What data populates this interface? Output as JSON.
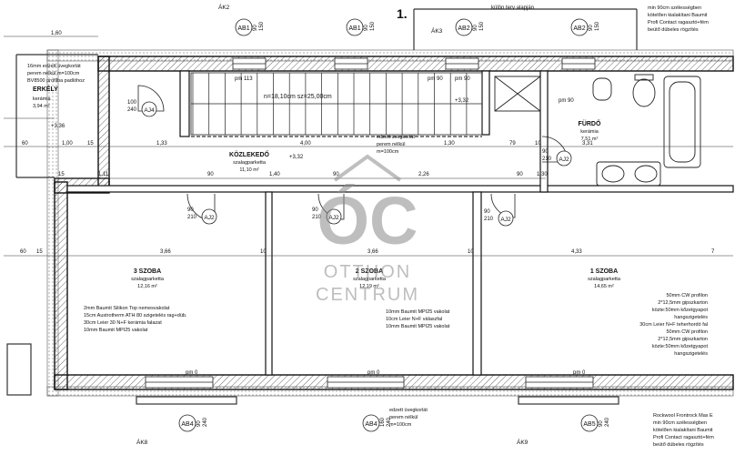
{
  "plan_number": "1.",
  "top_note": "külön terv alapján",
  "right_top_note": [
    "min 90cm szélességben",
    "kötelően kialakítani Baumit",
    "Profi Contact ragasztó+fém",
    "beütő dübeles rögzítés"
  ],
  "section_marks": [
    "ÁK2",
    "ÁK3",
    "ÁK8",
    "ÁK9"
  ],
  "windows": [
    {
      "id": "AB1",
      "w": "90",
      "h": "150"
    },
    {
      "id": "AB1",
      "w": "90",
      "h": "150"
    },
    {
      "id": "AB2",
      "w": "90",
      "h": "150"
    },
    {
      "id": "AB2",
      "w": "90",
      "h": "150"
    },
    {
      "id": "AB4",
      "w": "90",
      "h": "240"
    },
    {
      "id": "AB4",
      "w": "160",
      "h": "240"
    },
    {
      "id": "AB5",
      "w": "90",
      "h": "240"
    }
  ],
  "doors": [
    {
      "id": "AJ4",
      "w": "100",
      "h": "240"
    },
    {
      "id": "AJ2",
      "w": "90",
      "h": "210"
    },
    {
      "id": "AJ2",
      "w": "90",
      "h": "210"
    },
    {
      "id": "AJ2",
      "w": "90",
      "h": "210"
    },
    {
      "id": "AJ2",
      "w": "90",
      "h": "210"
    }
  ],
  "rooms": {
    "balcony": {
      "name": "ERKÉLY",
      "finish": "kerámia",
      "area": "3,94 m²",
      "level": "+3,36"
    },
    "corridor": {
      "name": "KÖZLEKEDŐ",
      "finish": "szalagparketta",
      "area": "11,10 m²",
      "level": "+3,32"
    },
    "bath": {
      "name": "FÜRDŐ",
      "finish": "kerámia",
      "area": "7,51 m²"
    },
    "room3": {
      "name": "3 SZOBA",
      "finish": "szalagparketta",
      "area": "12,16 m²"
    },
    "room2": {
      "name": "2 SZOBA",
      "finish": "szalagparketta",
      "area": "12,19 m²"
    },
    "room1": {
      "name": "1 SZOBA",
      "finish": "szalagparketta",
      "area": "14,65 m²"
    }
  },
  "stair": {
    "label": "n=18,10cm sz=25,00cm",
    "level": "+3,32",
    "pm1": "pm 113",
    "pm2": "pm 90"
  },
  "railing_note_top": [
    "16mm edzett üvegkorlát",
    "perem nélkül m=100cm",
    "BV8500 profilba padlóhoz"
  ],
  "railing_note_stair": [
    "edzett üvegkorlát",
    "perem nélkül",
    "m=100cm"
  ],
  "railing_note_bottom": [
    "edzett üvegkorlát",
    "perem nélkül",
    "m=100cm"
  ],
  "wall_note_left": [
    "2mm Baumit Silikon Top nemesvakolat",
    "15cm Austrotherm ATH 80 szigetelés rag+düb.",
    "30cm Leier 30 N+F kerámia falazat",
    "10mm Baumit MPI25 vakolat"
  ],
  "wall_note_mid": [
    "10mm Baumit MPI25 vakolat",
    "10cm Leier N+F válaszfal",
    "10mm Baumit MPI25 vakolat"
  ],
  "wall_note_right": [
    "50mm CW profilon",
    "2*12,5mm gipszkarton",
    "közte:50mm kőzetgyapot",
    "hangszigetelés",
    "30cm Leier N+F teherhordó fal",
    "50mm CW profilon",
    "2*12,5mm gipszkarton",
    "közte:50mm kőzetgyapot",
    "hangszigetelés"
  ],
  "bottom_right_note": [
    "Rockwool Frontrock Max E",
    "min 90cm szélességben",
    "kötelően kialakítani Baumit",
    "Profi Contact ragasztó+fém",
    "beütő dübeles rögzítés"
  ],
  "dims_top": [
    "1,60"
  ],
  "dims_row1": [
    "60",
    "1,00",
    "15",
    "1,33",
    "4,00",
    "1,30",
    "79",
    "10",
    "3,31"
  ],
  "dims_row2": [
    "15",
    "1,11",
    "90",
    "1,40",
    "90",
    "2,26",
    "90",
    "1,30"
  ],
  "dims_row3": [
    "60",
    "15",
    "3,66",
    "10",
    "3,66",
    "10",
    "4,33",
    "7"
  ],
  "levels": [
    "pm 0",
    "pm 0",
    "pm 0"
  ],
  "window_sill": [
    "pm 90",
    "pm 90"
  ],
  "watermark": {
    "line1": "OTTHON",
    "line2": "CENTRUM"
  }
}
